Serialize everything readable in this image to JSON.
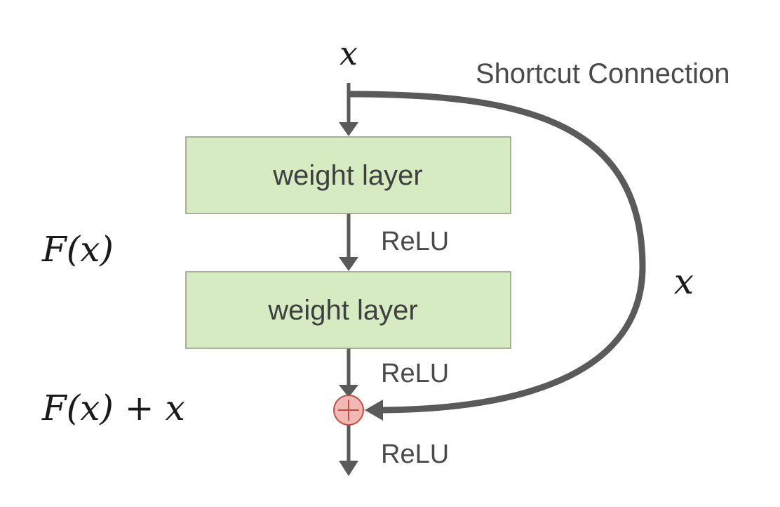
{
  "input_label": "x",
  "shortcut_label": "Shortcut Connection",
  "shortcut_x_label": "x",
  "layers": [
    {
      "label": "weight layer"
    },
    {
      "label": "weight layer"
    }
  ],
  "activation_labels": [
    "ReLU",
    "ReLU",
    "ReLU"
  ],
  "residual_function_label": "F(x)",
  "sum_label": "F(x) + x",
  "sum_symbol": "+",
  "colors": {
    "layer_fill": "#d6ebc2",
    "layer_border": "#8e9a84",
    "arrow": "#5a5a5a",
    "sum_fill": "#f1b8b4",
    "sum_border": "#c44c46"
  }
}
